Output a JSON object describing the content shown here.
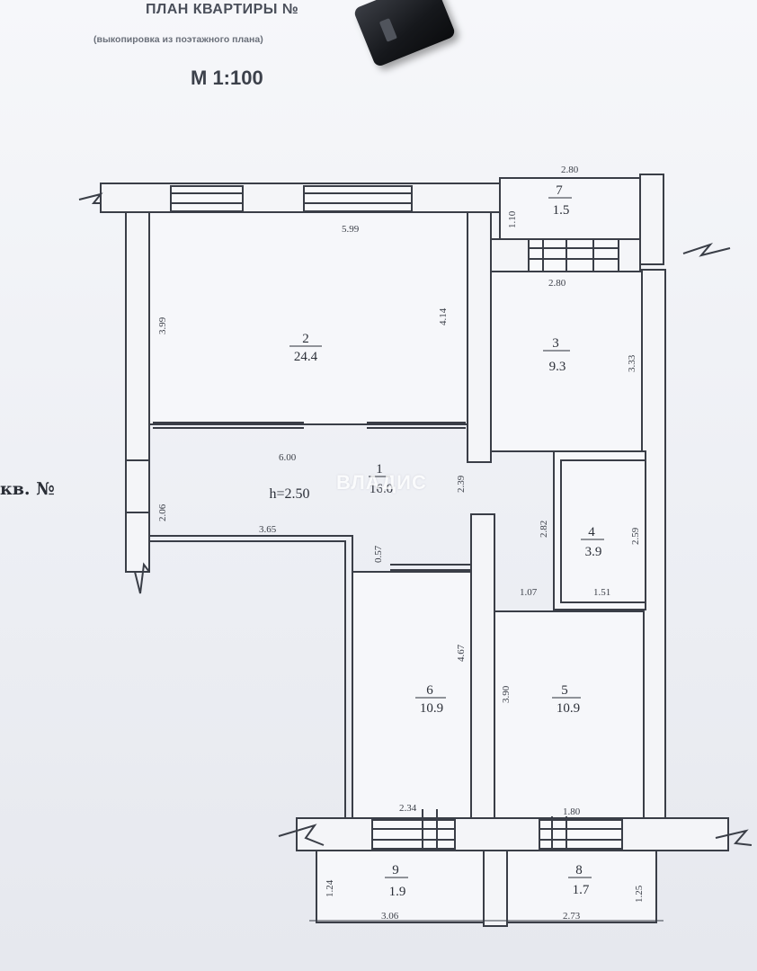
{
  "header": {
    "title": "ПЛАН КВАРТИРЫ №",
    "subtitle": "(выкопировка из поэтажного плана)",
    "scale": "М 1:100"
  },
  "apartment_label": "кв. №",
  "ceiling_height": "h=2.50",
  "watermark": "ВЛАДИС",
  "rooms": [
    {
      "num": "1",
      "area": "16.0"
    },
    {
      "num": "2",
      "area": "24.4"
    },
    {
      "num": "3",
      "area": "9.3"
    },
    {
      "num": "4",
      "area": "3.9"
    },
    {
      "num": "5",
      "area": "10.9"
    },
    {
      "num": "6",
      "area": "10.9"
    },
    {
      "num": "7",
      "area": "1.5"
    },
    {
      "num": "8",
      "area": "1.7"
    },
    {
      "num": "9",
      "area": "1.9"
    }
  ],
  "dimensions": {
    "top_width": "2.80",
    "balcony7_height": "1.10",
    "room2_width": "5.99",
    "room2_left_height": "3.99",
    "room2_right_height": "4.14",
    "room3_top": "2.80",
    "room3_height": "3.33",
    "hall_width": "6.00",
    "hall_height": "2.39",
    "left_small": "2.06",
    "room6_top": "3.65",
    "gap_057": "0.57",
    "room4_left": "2.82",
    "room4_right": "2.59",
    "room4_w1": "1.07",
    "room4_w2": "1.51",
    "room6_height": "4.67",
    "room5_left": "3.90",
    "bottom_left_w": "2.34",
    "bottom_right_w": "1.80",
    "balcony9_h": "1.24",
    "balcony8_h": "1.25",
    "bottom_left_total": "3.06",
    "bottom_right_total": "2.73"
  }
}
